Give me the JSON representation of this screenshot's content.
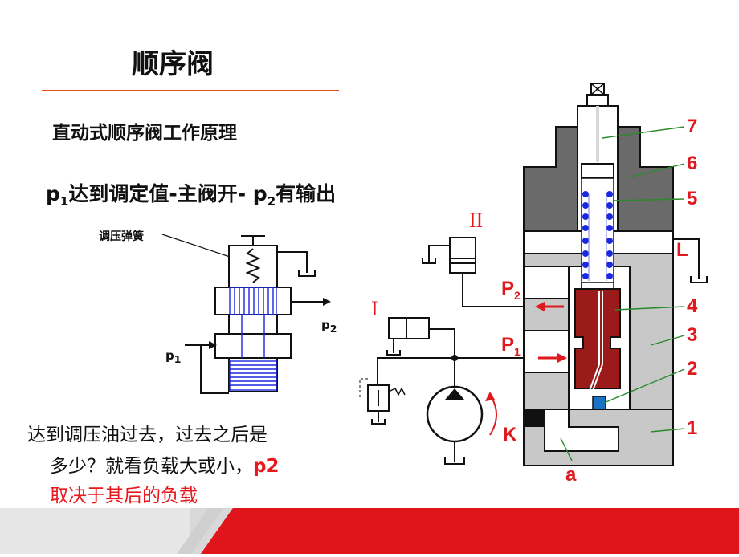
{
  "slide": {
    "title": "顺序阀",
    "subtitle": "直动式顺序阀工作原理",
    "formula": {
      "p1": "p",
      "p1_sub": "1",
      "mid": "达到调定值-主阀开- p",
      "p2_sub": "2",
      "tail": "有输出"
    },
    "body_line1": "达到调压油过去，过去之后是",
    "body_line2": "多少？就看负载大或小，",
    "body_p2": "p2",
    "body_line3": "取决于其后的负载"
  },
  "left_diagram": {
    "spring_label": "调压弹簧",
    "p1_label": "p",
    "p1_sub": "1",
    "p2_label": "p",
    "p2_sub": "2"
  },
  "right_diagram": {
    "numbers": [
      "7",
      "6",
      "5",
      "4",
      "3",
      "2",
      "1"
    ],
    "L": "L",
    "K": "K",
    "a": "a",
    "P1": "P",
    "P1_sub": "1",
    "P2": "P",
    "P2_sub": "2",
    "roman_1": "I",
    "roman_2": "II"
  },
  "colors": {
    "accent_line": "#e8501e",
    "label_red": "#e0191e",
    "body_gray": "#c8c8c8",
    "body_dark": "#6a6a6a",
    "spool": "#9b1b1b",
    "spring_dots": "#1a28e0",
    "blue_pin": "#1a72c8",
    "footer_red": "#e0151b"
  }
}
